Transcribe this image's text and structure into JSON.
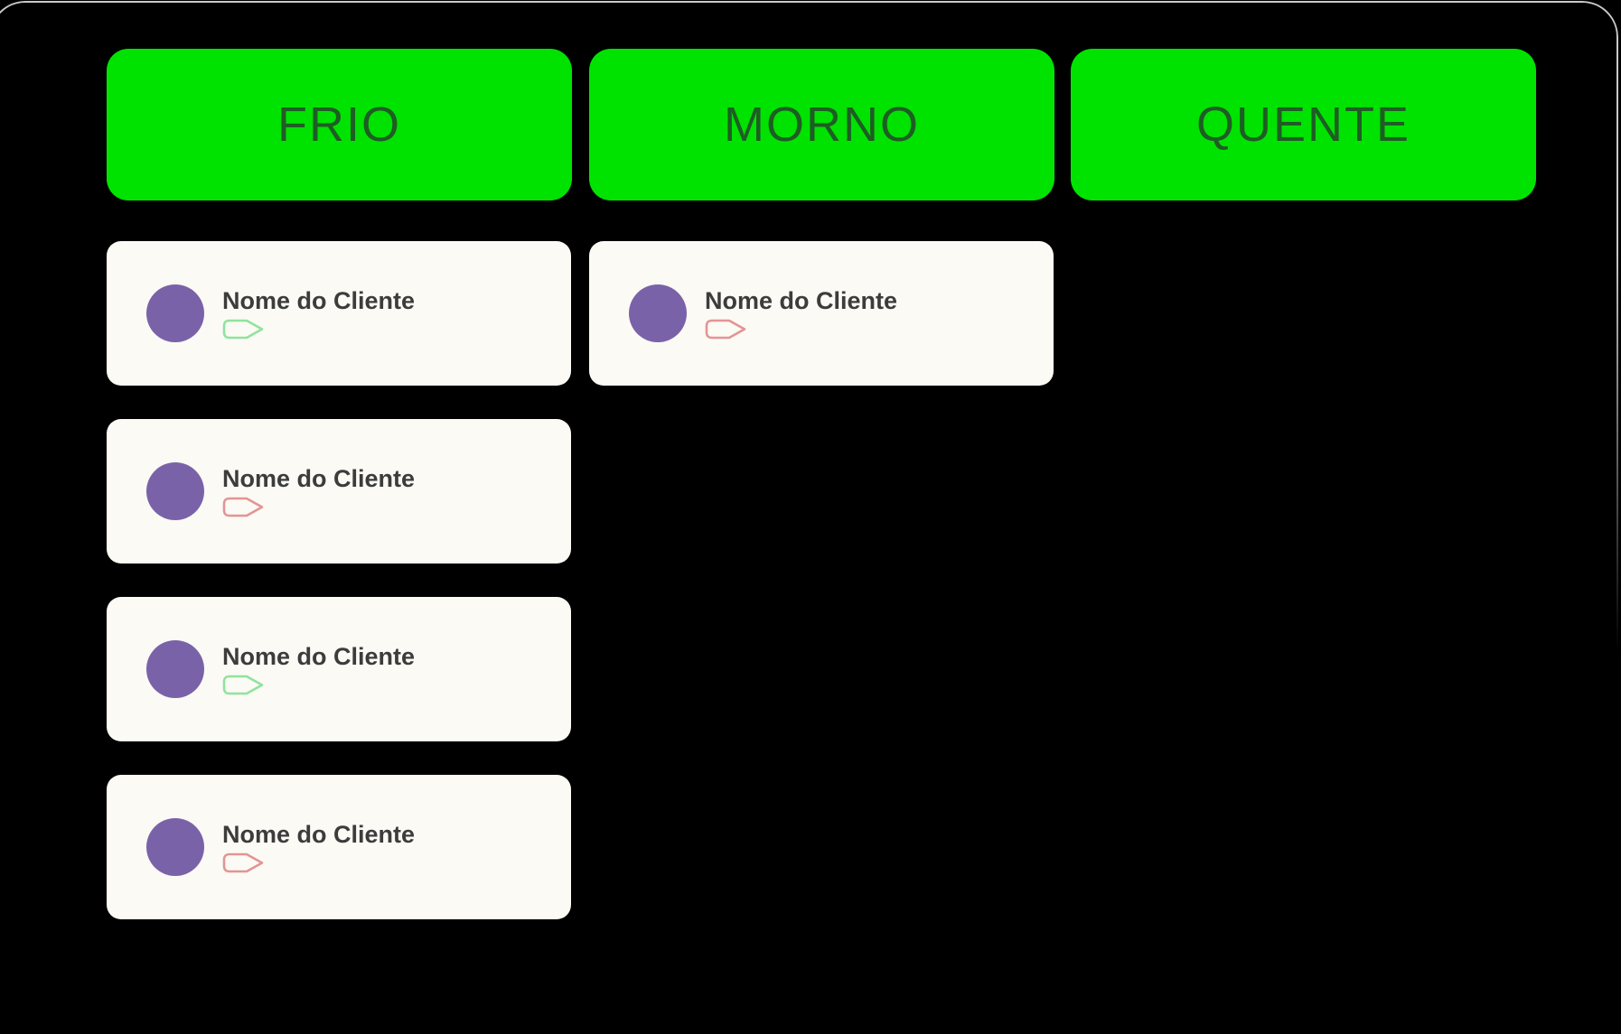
{
  "board": {
    "columns": [
      {
        "id": "frio",
        "label": "FRIO",
        "cards": [
          {
            "name": "Nome do Cliente",
            "tag_color": "green",
            "tag_icon": "tag-outline-icon",
            "avatar_icon": "avatar-circle"
          },
          {
            "name": "Nome do Cliente",
            "tag_color": "red",
            "tag_icon": "tag-outline-icon",
            "avatar_icon": "avatar-circle"
          },
          {
            "name": "Nome do Cliente",
            "tag_color": "green",
            "tag_icon": "tag-outline-icon",
            "avatar_icon": "avatar-circle"
          },
          {
            "name": "Nome do Cliente",
            "tag_color": "red",
            "tag_icon": "tag-outline-icon",
            "avatar_icon": "avatar-circle"
          }
        ]
      },
      {
        "id": "morno",
        "label": "MORNO",
        "cards": [
          {
            "name": "Nome do Cliente",
            "tag_color": "red",
            "tag_icon": "tag-outline-icon",
            "avatar_icon": "avatar-circle"
          }
        ]
      },
      {
        "id": "quente",
        "label": "QUENTE",
        "cards": []
      }
    ]
  },
  "colors": {
    "page_bg": "#000000",
    "window_border": "#c9c9c9",
    "header_bg": "#00e301",
    "header_text": "#1e5d23",
    "card_bg": "#fbfaf5",
    "avatar": "#7a62a9",
    "name_text": "#3c3c3c",
    "tag_green": "#90e39c",
    "tag_red": "#e39494"
  }
}
